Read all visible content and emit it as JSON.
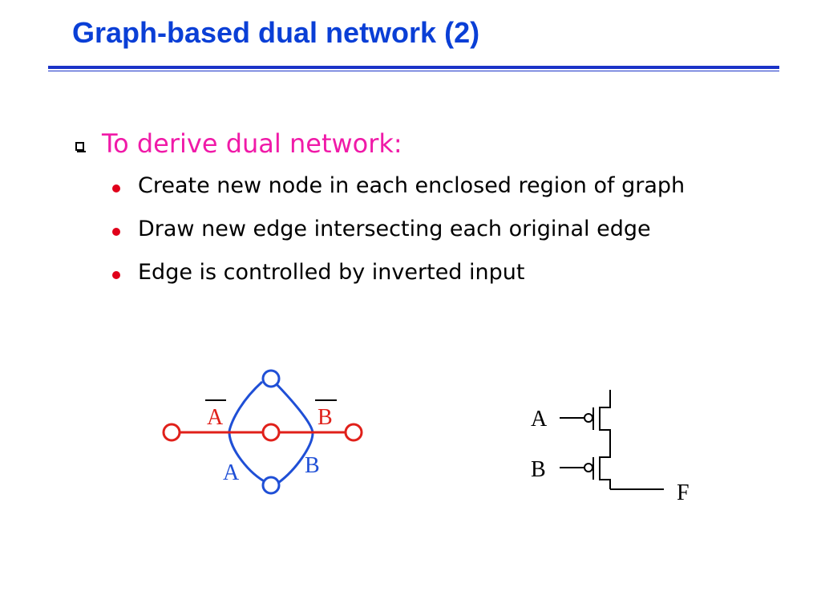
{
  "title": "Graph-based dual network (2)",
  "main_bullet": "To derive dual network:",
  "sub_bullets": [
    "Create new node in each enclosed region of graph",
    "Draw new edge intersecting each original edge",
    "Edge is controlled by inverted input"
  ],
  "graph": {
    "label_a": "A",
    "label_b": "B",
    "label_a_bar": "A",
    "label_b_bar": "B"
  },
  "circuit": {
    "input_a": "A",
    "input_b": "B",
    "output_f": "F"
  },
  "colors": {
    "title": "#0a3fd6",
    "rule": "#1a33c8",
    "main_bullet": "#f01aa8",
    "sub_dot": "#e0001a",
    "graph_blue": "#1f4fd6",
    "graph_red": "#e0201a"
  }
}
